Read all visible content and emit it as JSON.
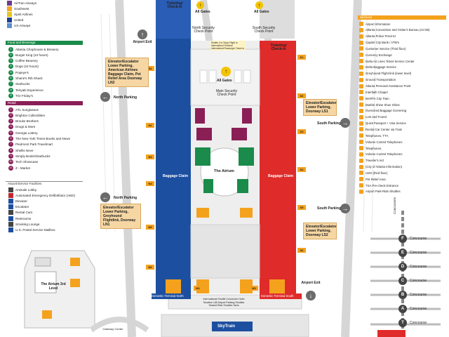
{
  "airlines_legend": {
    "items": [
      {
        "name": "AirTran Airways",
        "color": "#6d3b8f"
      },
      {
        "name": "Southwest",
        "color": "#f5a623"
      },
      {
        "name": "Spirit Airlines",
        "color": "#e8c51d"
      },
      {
        "name": "United",
        "color": "#1f3f8f"
      },
      {
        "name": "US Airways",
        "color": "#5b8fd0"
      }
    ]
  },
  "food": {
    "title": "Food and Beverage",
    "color": "#1a8b4a",
    "items": [
      "Atlanta Chophouse & Brewery",
      "Burger King (24 hours)",
      "Coffee Beanery",
      "Dogs (24 hours)",
      "Popeye's",
      "Shane's Rib Shack",
      "Starbucks",
      "Teriyaki Experience",
      "TGI Friday's"
    ]
  },
  "retail": {
    "title": "Retail",
    "color": "#8a1f56",
    "items": [
      "ATL Sunglasses",
      "Brighton Collectibles",
      "Brooks Brothers",
      "Drugs & More",
      "Georgia Lottery",
      "The New York Times Books and News",
      "Piedmont Park Travelmart",
      "Shellis Neve",
      "Simply Books/Starbucks",
      "Tech Showcase",
      "Z - Market"
    ]
  },
  "facilities": {
    "title": "Airport/Service Facilities",
    "items": [
      "Animals Lobby",
      "Automated Emergency Defibrillator (AED)",
      "Elevator",
      "Escalator",
      "Rental Cars",
      "Restrooms",
      "Smoking Lounge",
      "U.S. Postal Service Mailbox"
    ]
  },
  "services": {
    "title": "Services",
    "color": "#f4a21d",
    "items": [
      "Airport Information",
      "Atlanta Convention and Visitor's Bureau (ACVB)",
      "Atlanta Police Precinct",
      "Capitol City Bank / ATM's",
      "Customer Service (Third floor)",
      "Currency Exchange",
      "Delta Air Lines Ticket Service Center",
      "Delta Baggage Service",
      "Greyhound Flight-link (lower level)",
      "Ground Transportation",
      "Atlanta Personal Assistance Point",
      "Interfaith Chapel",
      "MARTA City Train",
      "Marble Shine Shoe Shine",
      "Oversized Baggage Screening",
      "Lost and Found",
      "Quick Passport + Visa Service",
      "Rental Car Center via Train",
      "Telephones, TTY,",
      "Volume Control Telephones",
      "Telephones,",
      "Volume Control Telephones",
      "Traveler's Aid",
      "(City of Atlanta Information)",
      "USO (third floor)",
      "Pet Relief Area",
      "TSA Pre-check Entrance",
      "Airport Park-Ride Shuttles"
    ]
  },
  "terminal": {
    "ticketing_north": "Ticketing/ Check-In",
    "ticketing_south": "Ticketing/ Check-In",
    "all_gates_left": "All Gates",
    "all_gates_right": "All Gates",
    "north_checkpoint": "North Security Check Point",
    "south_checkpoint": "South Security Check Point",
    "main_checkpoint": "Main Security Check Point",
    "all_gates_main": "All Gates",
    "atrium": "The Atrium",
    "baggage_claim_north": "Baggage Claim",
    "baggage_claim_south": "Baggage Claim",
    "domestic_north": "Domestic Terminal North",
    "domestic_south": "Domestic Terminal South",
    "intl_note": "Shuttle 2 to Tokyo Flight or International Terminal International Passenger Check-In",
    "transport_center": "International Shuttle Connector Hotel Shuttles I-85 Airport Parking Shuttles Shared Ride Shuttles Taxis",
    "skytrain": "SkyTrain",
    "gateway_center": "Gateway Center",
    "atrium_3rd": "The Atrium 3rd Level"
  },
  "callouts": {
    "n1": "Elevator/Escalator Lower Parking, American Airlines Baggage Claim, Pet Relief Area Doorway LN2",
    "n2": "Elevator/Escalator Lower Parking, Greyhound Flightlink, Doorway LN1",
    "s1": "Elevator/Escalator Lower Parking, Doorway LS1",
    "s2": "Elevator/Escalator Lower Parking, Doorway LS2"
  },
  "exits": {
    "airport_exit_north": "Airport Exit",
    "airport_exit_south": "Airport Exit",
    "north_parking_1": "North Parking",
    "north_parking_2": "North Parking",
    "south_parking_1": "South Parking",
    "south_parking_2": "South Parking"
  },
  "gates_north": [
    "N1",
    "N2",
    "N3",
    "N4",
    "N5",
    "N6"
  ],
  "gates_south": [
    "S1",
    "S2",
    "S3",
    "S4",
    "S5",
    "S6"
  ],
  "gates_west": [
    "W1",
    "W2"
  ],
  "concourses": {
    "title": "Concourses",
    "list": [
      {
        "letter": "F",
        "label": "Concourse"
      },
      {
        "letter": "E",
        "label": "Concourse"
      },
      {
        "letter": "D",
        "label": "Concourse"
      },
      {
        "letter": "C",
        "label": "Concourse"
      },
      {
        "letter": "B",
        "label": "Concourse"
      },
      {
        "letter": "A",
        "label": "Concourse"
      },
      {
        "letter": "T",
        "label": "Concourse"
      }
    ]
  },
  "colors": {
    "north_blue": "#1d4fa0",
    "south_red": "#e02b2b",
    "atrium_green": "#1a8b4a",
    "accent_orange": "#f4a21d",
    "retail_maroon": "#8a1f56"
  }
}
